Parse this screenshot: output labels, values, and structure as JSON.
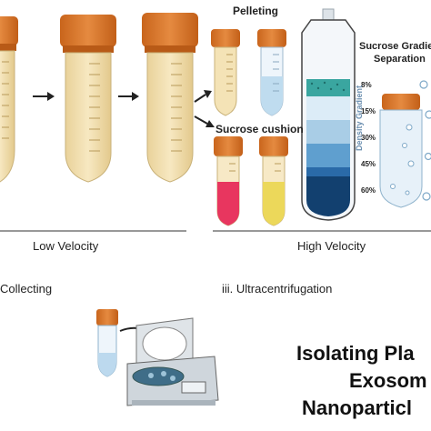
{
  "labels": {
    "pelleting": "Pelleting",
    "sucrose_cushion": "Sucrose cushion",
    "sucrose_gradient_line1": "Sucrose Gradie",
    "sucrose_gradient_line2": "Separation",
    "density_gradient": "Density Gradient",
    "low_velocity": "Low Velocity",
    "high_velocity": "High Velocity",
    "collecting": "Collecting",
    "ultracentrifugation": "iii. Ultracentrifugation",
    "title_line1": "Isolating Pla",
    "title_line2": "Exosom",
    "title_line3": "Nanoparticl"
  },
  "gradient_levels": [
    "8%",
    "15%",
    "30%",
    "45%",
    "60%"
  ],
  "colors": {
    "cap": "#d9772b",
    "tube_fill": "#f2dfae",
    "tube_blue": "#cfe3f2",
    "tube_pink": "#e8365f",
    "tube_yellow": "#ecd85a",
    "gradient": [
      "#dcecf7",
      "#a9cde6",
      "#5f9fcf",
      "#2a6aa8",
      "#12406f"
    ],
    "band": "#3aa6a0"
  }
}
